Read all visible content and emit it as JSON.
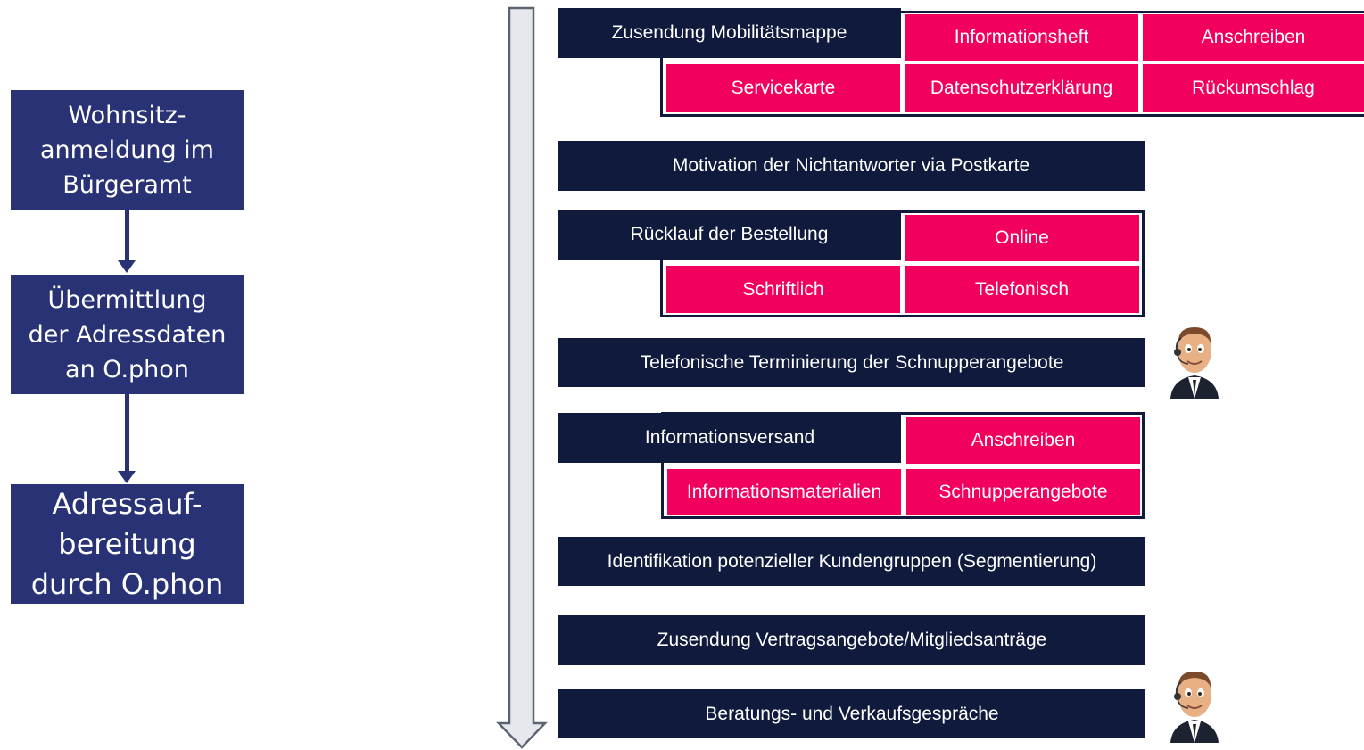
{
  "left_flow": {
    "box1": "Wohnsitz-\nanmeldung im\nBürgeramt",
    "box2": "Übermittlung\nder Adressdaten\nan O.phon",
    "box3": "Adressauf-\nbereitung\ndurch O.phon"
  },
  "steps": {
    "s1": {
      "title": "Zusendung Mobilitätsmappe",
      "items": [
        "Informationsheft",
        "Anschreiben",
        "Servicekarte",
        "Datenschutzerklärung",
        "Rückumschlag"
      ]
    },
    "s2": {
      "title": "Motivation der Nichtantworter via Postkarte"
    },
    "s3": {
      "title": "Rücklauf der  Bestellung",
      "items": [
        "Online",
        "Schriftlich",
        "Telefonisch"
      ]
    },
    "s4": {
      "title": "Telefonische Terminierung der Schnupperangebote"
    },
    "s5": {
      "title": "Informationsversand",
      "items": [
        "Anschreiben",
        "Informationsmaterialien",
        "Schnupperangebote"
      ]
    },
    "s6": {
      "title": "Identifikation potenzieller Kundengruppen (Segmentierung)"
    },
    "s7": {
      "title": "Zusendung Vertragsangebote/Mitgliedsanträge"
    },
    "s8": {
      "title": "Beratungs- und Verkaufsgespräche"
    }
  },
  "colors": {
    "left_box": "#283275",
    "step_dark": "#0f1a3c",
    "item_pink": "#f2005e",
    "timeline_arrow": "#e6e8ee"
  },
  "icons": [
    "call-center-agent-icon",
    "call-center-agent-icon"
  ]
}
